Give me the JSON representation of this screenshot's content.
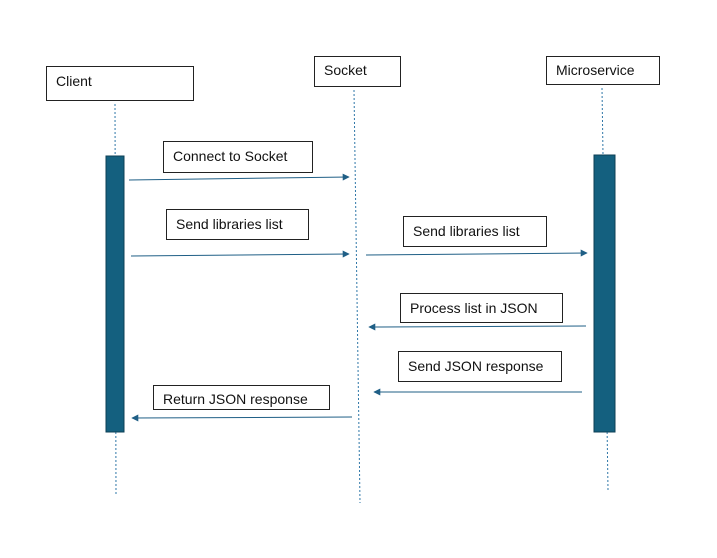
{
  "participants": {
    "client": "Client",
    "socket": "Socket",
    "microservice": "Microservice"
  },
  "messages": {
    "connect": "Connect to Socket",
    "send_list_client": "Send libraries list",
    "send_list_socket": "Send libraries list",
    "process_json": "Process list in JSON",
    "send_json": "Send JSON response",
    "return_json": "Return JSON response"
  },
  "colors": {
    "activation": "#14607f",
    "arrow": "#1f5f86",
    "lifeline": "#2f77a8"
  }
}
